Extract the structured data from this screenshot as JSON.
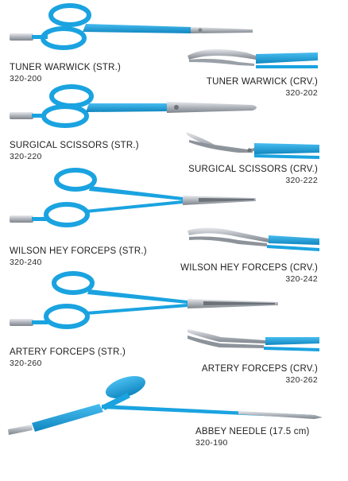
{
  "colors": {
    "handle_blue": "#1aa3e0",
    "handle_blue_dark": "#0f86bf",
    "steel": "#b9bdc3",
    "steel_dark": "#6d7279"
  },
  "instruments": [
    {
      "name": "TUNER WARWICK (STR.)",
      "code": "320-200",
      "icon": "straight-hemostat-image"
    },
    {
      "name": "TUNER WARWICK (CRV.)",
      "code": "320-202",
      "icon": "curved-tip-image"
    },
    {
      "name": "SURGICAL SCISSORS (STR.)",
      "code": "320-220",
      "icon": "straight-scissors-image"
    },
    {
      "name": "SURGICAL SCISSORS (CRV.)",
      "code": "320-222",
      "icon": "curved-scissors-tip-image"
    },
    {
      "name": "WILSON HEY FORCEPS (STR.)",
      "code": "320-240",
      "icon": "straight-forceps-image"
    },
    {
      "name": "WILSON HEY FORCEPS (CRV.)",
      "code": "320-242",
      "icon": "curved-forceps-tip-image"
    },
    {
      "name": "ARTERY FORCEPS (STR.)",
      "code": "320-260",
      "icon": "straight-artery-forceps-image"
    },
    {
      "name": "ARTERY FORCEPS (CRV.)",
      "code": "320-262",
      "icon": "curved-artery-forceps-tip-image"
    },
    {
      "name": "ABBEY NEEDLE (17.5 cm)",
      "code": "320-190",
      "icon": "abbey-needle-image"
    }
  ]
}
